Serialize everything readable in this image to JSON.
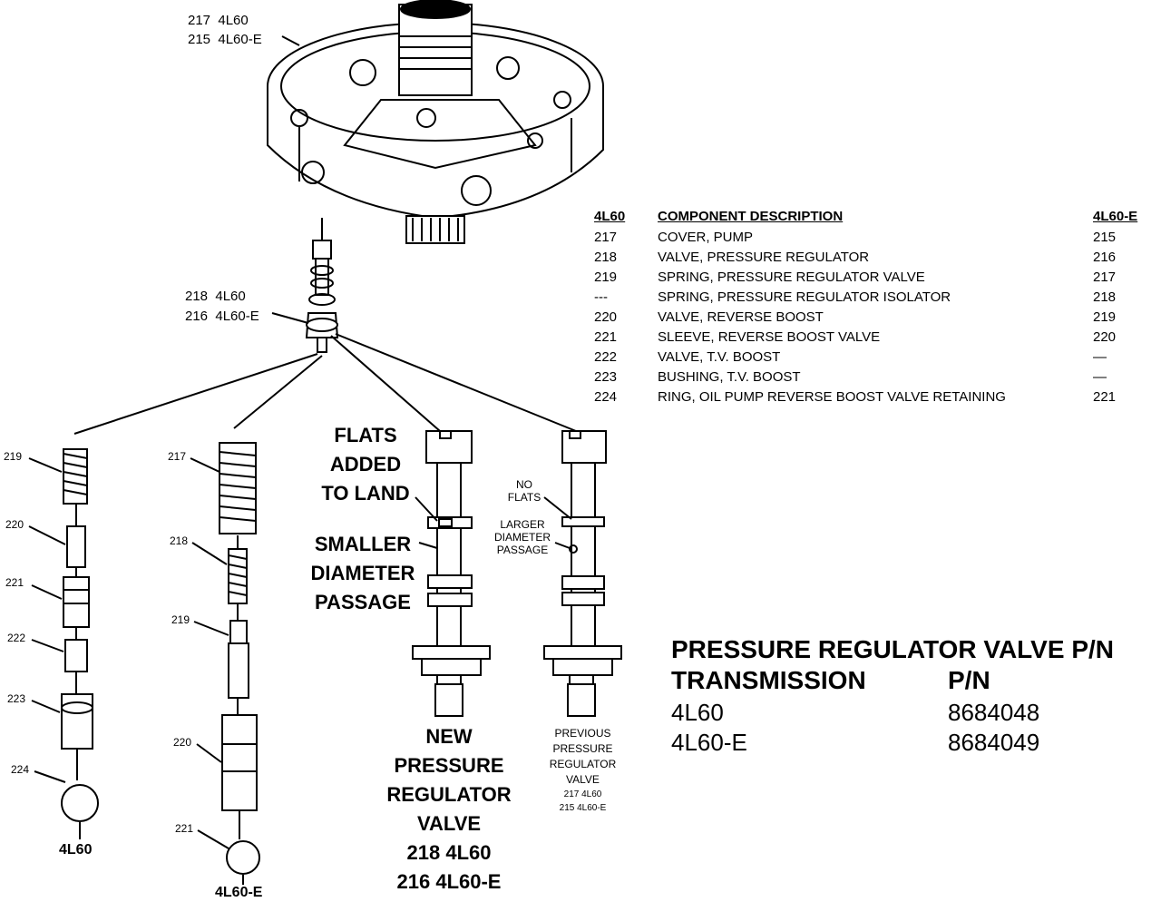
{
  "pump_label": [
    "217  4L60",
    "215  4L60-E"
  ],
  "valve_label": [
    "218  4L60",
    "216  4L60-E"
  ],
  "table": {
    "headers": [
      "4L60",
      "COMPONENT DESCRIPTION",
      "4L60-E"
    ],
    "rows": [
      [
        "217",
        "COVER, PUMP",
        "215"
      ],
      [
        "218",
        "VALVE, PRESSURE REGULATOR",
        "216"
      ],
      [
        "219",
        "SPRING, PRESSURE REGULATOR VALVE",
        "217"
      ],
      [
        "---",
        "SPRING, PRESSURE REGULATOR ISOLATOR",
        "218"
      ],
      [
        "220",
        "VALVE, REVERSE BOOST",
        "219"
      ],
      [
        "221",
        "SLEEVE, REVERSE BOOST VALVE",
        "220"
      ],
      [
        "222",
        "VALVE, T.V. BOOST",
        "—"
      ],
      [
        "223",
        "BUSHING, T.V. BOOST",
        "—"
      ],
      [
        "224",
        "RING, OIL PUMP REVERSE BOOST VALVE RETAINING",
        "221"
      ]
    ]
  },
  "left_stack": {
    "parts": [
      "219",
      "220",
      "221",
      "222",
      "223",
      "224"
    ],
    "caption": "4L60"
  },
  "mid_stack": {
    "parts": [
      "217",
      "218",
      "219",
      "220",
      "221"
    ],
    "caption": "4L60-E"
  },
  "new_valve": {
    "flats_note": [
      "FLATS",
      "ADDED",
      "TO LAND"
    ],
    "passage_note": [
      "SMALLER",
      "DIAMETER",
      "PASSAGE"
    ],
    "caption": [
      "NEW",
      "PRESSURE",
      "REGULATOR",
      "VALVE",
      "218  4L60",
      "216  4L60-E"
    ]
  },
  "prev_valve": {
    "flats_note": [
      "NO",
      "FLATS"
    ],
    "passage_note": [
      "LARGER",
      "DIAMETER",
      "PASSAGE"
    ],
    "caption": [
      "PREVIOUS",
      "PRESSURE",
      "REGULATOR",
      "VALVE",
      "217  4L60",
      "215  4L60-E"
    ]
  },
  "part_numbers": {
    "title": "PRESSURE REGULATOR VALVE P/N",
    "headers": [
      "TRANSMISSION",
      "P/N"
    ],
    "rows": [
      [
        "4L60",
        "8684048"
      ],
      [
        "4L60-E",
        "8684049"
      ]
    ]
  }
}
